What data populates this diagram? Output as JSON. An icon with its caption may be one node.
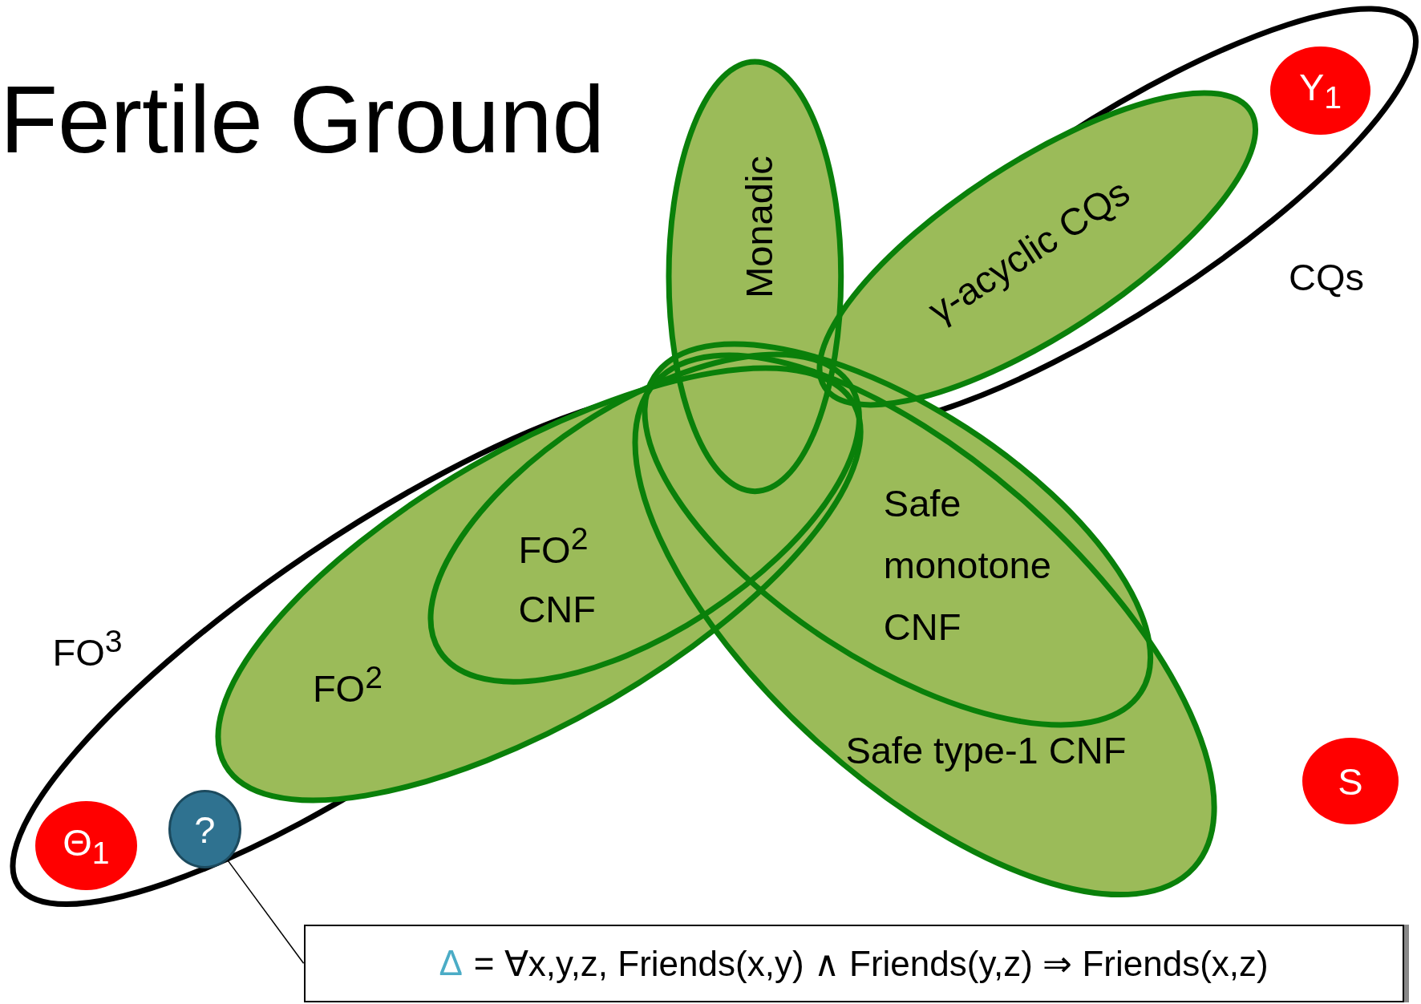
{
  "diagram": {
    "title": "Fertile Ground",
    "nodes": [
      {
        "text": [
          "FO$^{3}$"
        ]
      },
      {
        "text": [
          "FO$^{2}$"
        ]
      },
      {
        "text": [
          "FO$^{2}$ CNF"
        ],
        "in": 1
      },
      {
        "text": [
          "Monadic"
        ]
      },
      {
        "text": [
          "CQs"
        ]
      },
      {
        "text": [
          "γ-acyclic CQs"
        ],
        "in": 4
      },
      {
        "text": [
          "Safe type-1 CNF"
        ]
      },
      {
        "text": [
          "Safe monotone CNF"
        ],
        "in": 6
      },
      {
        "text": [
          "Θ$_{1}$"
        ],
        "in": 0
      },
      {
        "text": [
          "?"
        ],
        "in": 0
      },
      {
        "text": [
          "Υ$_{1}$"
        ],
        "in": 4
      },
      {
        "text": [
          "S"
        ]
      },
      {
        "text": [
          "Δ",
          "= ∀x,y,z, Friends(x,y) ∧ Friends(y,z) ⇒ Friends(x,z)"
        ]
      }
    ],
    "edges": [
      {
        "from": 9,
        "to": 12,
        "arrow": "none"
      }
    ]
  }
}
